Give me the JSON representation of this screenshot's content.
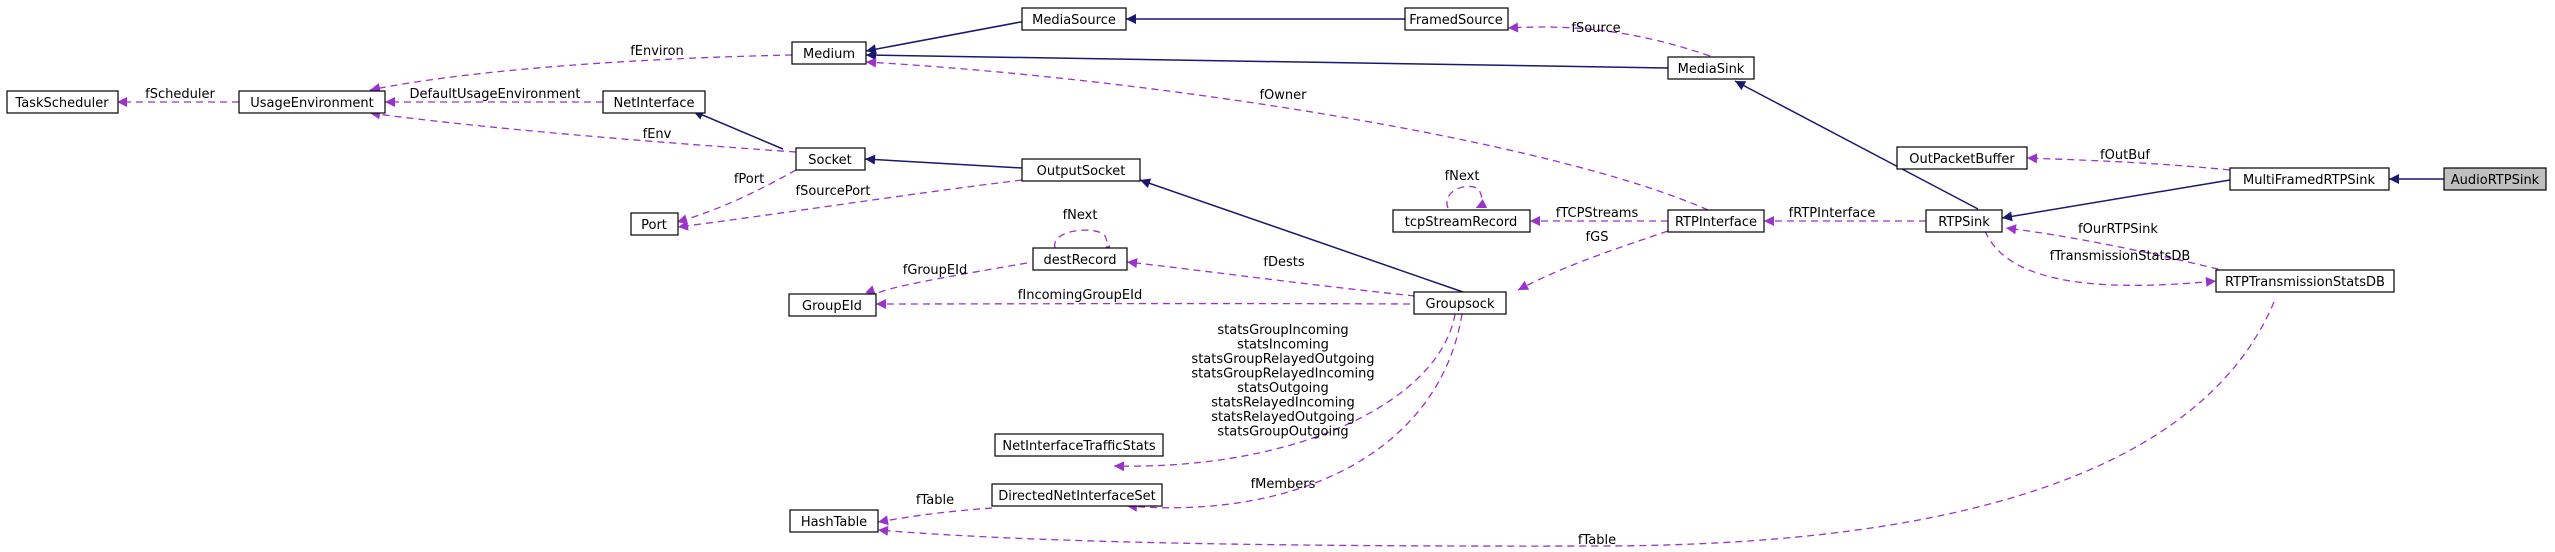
{
  "colors": {
    "inheritance": "#191970",
    "usage": "#9a32cd",
    "node_border": "#000000",
    "highlight_fill": "#bfbfbf"
  },
  "nodes": {
    "task_scheduler": "TaskScheduler",
    "usage_environment": "UsageEnvironment",
    "medium": "Medium",
    "net_interface": "NetInterface",
    "socket": "Socket",
    "port": "Port",
    "group_eid": "GroupEId",
    "media_source": "MediaSource",
    "framed_source": "FramedSource",
    "media_sink": "MediaSink",
    "output_socket": "OutputSocket",
    "dest_record": "destRecord",
    "groupsock": "Groupsock",
    "tcp_stream_record": "tcpStreamRecord",
    "rtp_interface": "RTPInterface",
    "rtp_sink": "RTPSink",
    "out_packet_buffer": "OutPacketBuffer",
    "multi_framed_rtp_sink": "MultiFramedRTPSink",
    "audio_rtp_sink": "AudioRTPSink",
    "rtp_transmission_stats_db": "RTPTransmissionStatsDB",
    "net_interface_traffic_stats": "NetInterfaceTrafficStats",
    "directed_net_interface_set": "DirectedNetInterfaceSet",
    "hash_table": "HashTable"
  },
  "edge_labels": {
    "f_scheduler": "fScheduler",
    "f_environ": "fEnviron",
    "default_usage_environment": "DefaultUsageEnvironment",
    "f_env": "fEnv",
    "f_port": "fPort",
    "f_source_port": "fSourcePort",
    "f_source": "fSource",
    "f_owner": "fOwner",
    "f_next_tcp": "fNext",
    "f_tcp_streams": "fTCPStreams",
    "f_rtp_interface": "fRTPInterface",
    "f_out_buf": "fOutBuf",
    "f_our_rtp_sink": "fOurRTPSink",
    "f_transmission_stats_db": "fTransmissionStatsDB",
    "f_gs": "fGS",
    "f_next_dest": "fNext",
    "f_group_eid": "fGroupEId",
    "f_dests": "fDests",
    "f_incoming_group_eid": "fIncomingGroupEId",
    "f_members": "fMembers",
    "f_table_left": "fTable",
    "f_table_bottom": "fTable",
    "stats_lines": [
      "statsGroupIncoming",
      "statsIncoming",
      "statsGroupRelayedOutgoing",
      "statsGroupRelayedIncoming",
      "statsOutgoing",
      "statsRelayedIncoming",
      "statsRelayedOutgoing",
      "statsGroupOutgoing"
    ]
  }
}
